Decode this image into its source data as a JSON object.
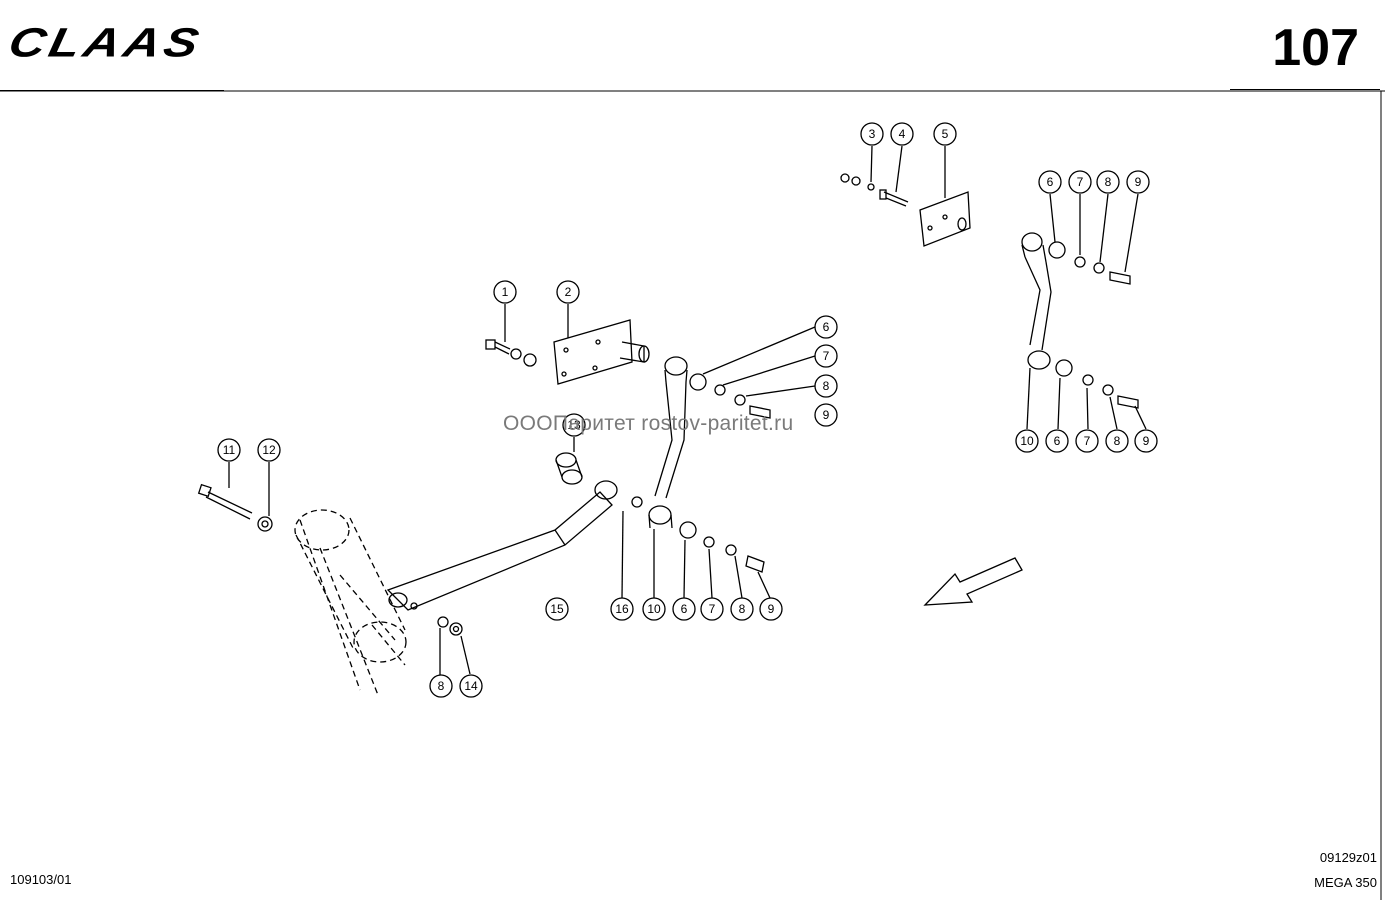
{
  "header": {
    "brand": "CLAAS",
    "page_number": "107"
  },
  "footer": {
    "left_code": "109103/01",
    "right_code": "09129z01",
    "model": "MEGA 350"
  },
  "watermark": "ОООПаритет  rostov-paritet.ru",
  "callouts": {
    "c1": "1",
    "c2": "2",
    "c3": "3",
    "c4": "4",
    "c5": "5",
    "r6": "6",
    "r7": "7",
    "r8": "8",
    "r9": "9",
    "rb10": "10",
    "rb6": "6",
    "rb7": "7",
    "rb8": "8",
    "rb9": "9",
    "m6": "6",
    "m7": "7",
    "m8": "8",
    "m9": "9",
    "c13": "13",
    "c11": "11",
    "c12": "12",
    "b15": "15",
    "b16": "16",
    "b10": "10",
    "b6": "6",
    "b7": "7",
    "b8": "8",
    "b9": "9",
    "l8": "8",
    "l14": "14"
  },
  "colors": {
    "ink": "#000000",
    "watermark": "#7a7a7a",
    "background": "#ffffff"
  }
}
